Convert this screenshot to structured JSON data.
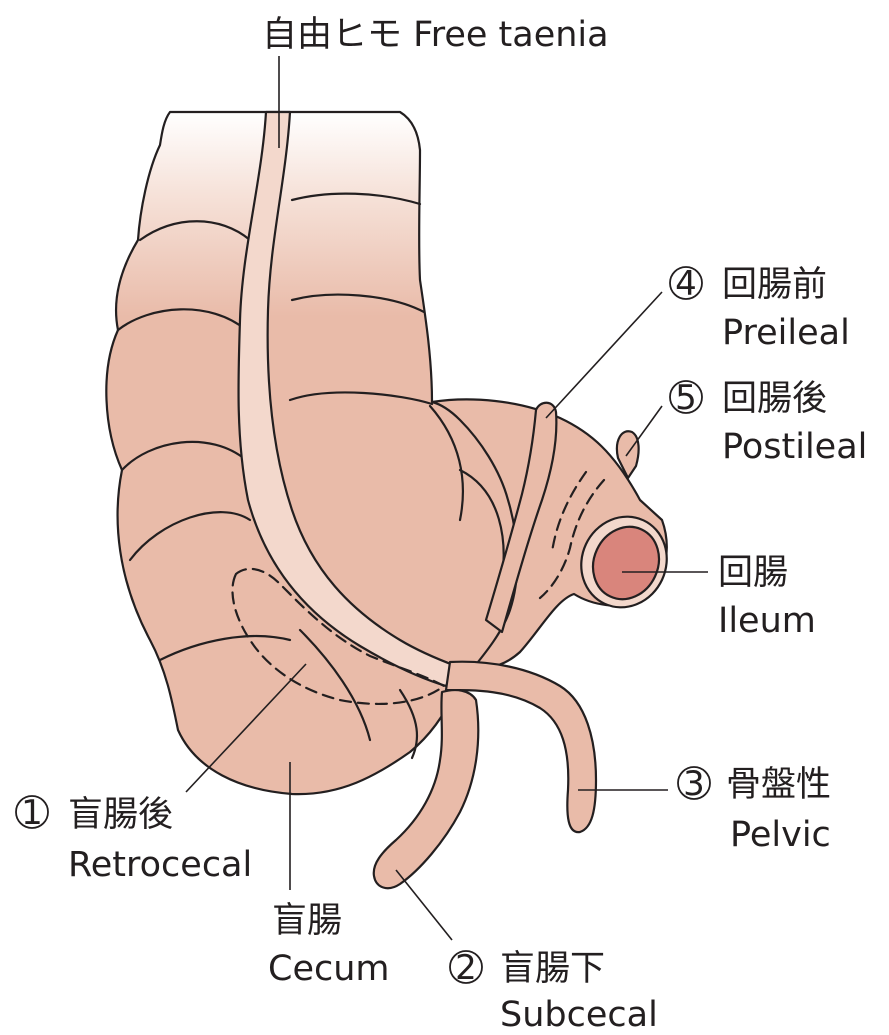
{
  "colors": {
    "tissue": "#e9bba9",
    "tissue_light": "#f3d8cc",
    "lumen": "#d9857c",
    "outline": "#231f20"
  },
  "labels": {
    "free_taenia": "自由ヒモ Free taenia",
    "preileal": {
      "num": "4",
      "jp": "回腸前",
      "en": "Preileal"
    },
    "postileal": {
      "num": "5",
      "jp": "回腸後",
      "en": "Postileal"
    },
    "ileum": {
      "jp": "回腸",
      "en": "Ileum"
    },
    "pelvic": {
      "num": "3",
      "jp": "骨盤性",
      "en": "Pelvic"
    },
    "retrocecal": {
      "num": "1",
      "jp": "盲腸後",
      "en": "Retrocecal"
    },
    "cecum": {
      "jp": "盲腸",
      "en": "Cecum"
    },
    "subcecal": {
      "num": "2",
      "jp": "盲腸下",
      "en": "Subcecal"
    }
  }
}
